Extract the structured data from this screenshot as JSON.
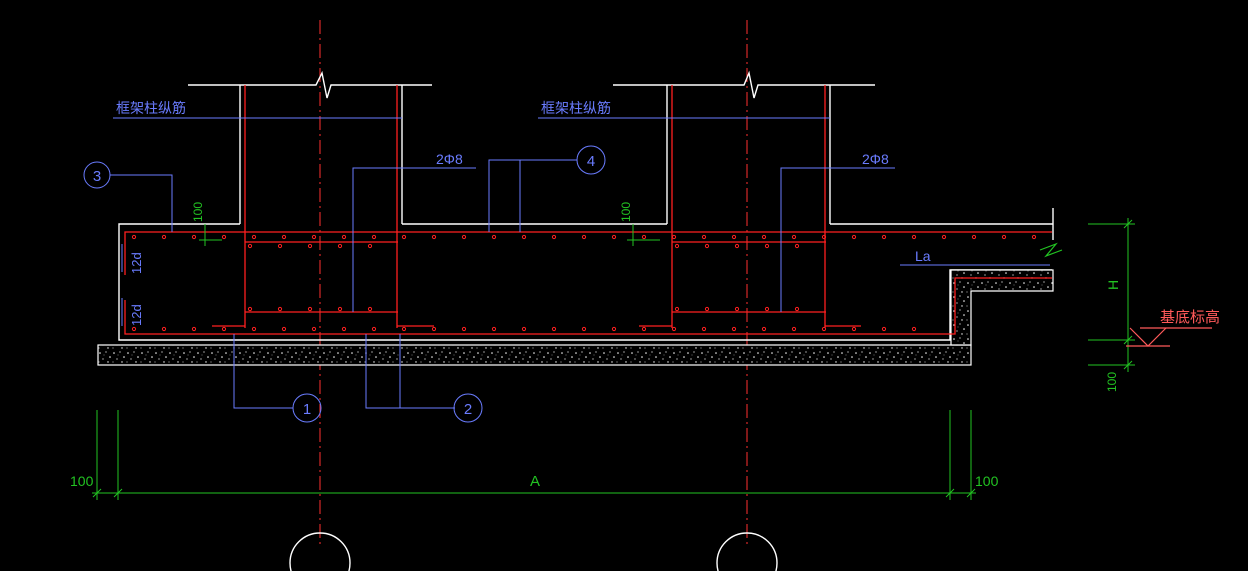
{
  "labels": {
    "col_rebar_left": "框架柱纵筋",
    "col_rebar_right": "框架柱纵筋",
    "stirrup_left": "2Φ8",
    "stirrup_right": "2Φ8",
    "callout_1": "1",
    "callout_2": "2",
    "callout_3": "3",
    "callout_4": "4",
    "cover_left": "100",
    "cover_right": "100",
    "anchor_top": "12d",
    "anchor_bottom": "12d",
    "anchor_length": "La",
    "height_dim": "H",
    "base_cushion": "100",
    "base_elevation": "基底标高",
    "dim_left": "100",
    "dim_total": "A",
    "dim_right": "100"
  },
  "colors": {
    "background": "#000000",
    "rebar": "#ff2020",
    "axis": "#ff3030",
    "annotation": "#6a7cff",
    "dimension": "#22c322",
    "outline": "#ffffff",
    "elevation": "#ff5a5a"
  }
}
